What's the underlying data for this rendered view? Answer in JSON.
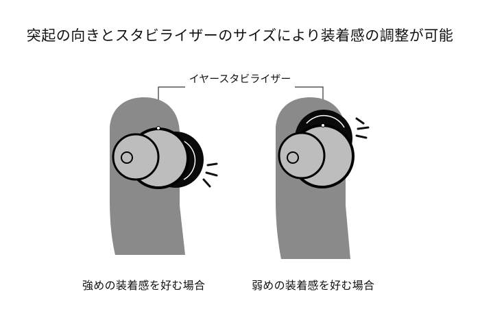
{
  "title": "突起の向きとスタビライザーのサイズにより装着感の調整が可能",
  "callout_label": "イヤースタビライザー",
  "captions": {
    "left": "強めの装着感を好む場合",
    "right": "弱めの装着感を好む場合"
  },
  "colors": {
    "body_gray": "#8a8a8a",
    "stabilizer_black": "#0a0a0a",
    "tip_gray": "#bdbdbd",
    "outline": "#000000"
  }
}
